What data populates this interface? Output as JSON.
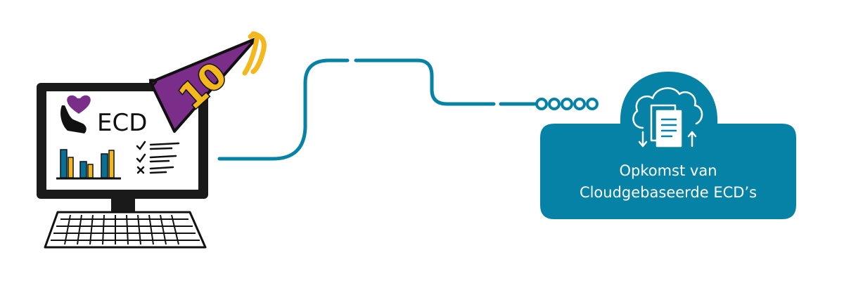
{
  "monitor": {
    "screen_label": "ECD",
    "hat_number": "10",
    "icons": [
      "heart-hand-icon",
      "bar-chart-icon",
      "checklist-icon",
      "party-hat-icon",
      "keyboard-icon"
    ]
  },
  "card": {
    "line1": "Opkomst van",
    "line2": "Cloudgebaseerde ECD’s",
    "icon": "cloud-documents-icon"
  },
  "colors": {
    "teal": "#0582a6",
    "purple": "#7b2d8a",
    "gold": "#f2b81d",
    "ink": "#111111"
  }
}
